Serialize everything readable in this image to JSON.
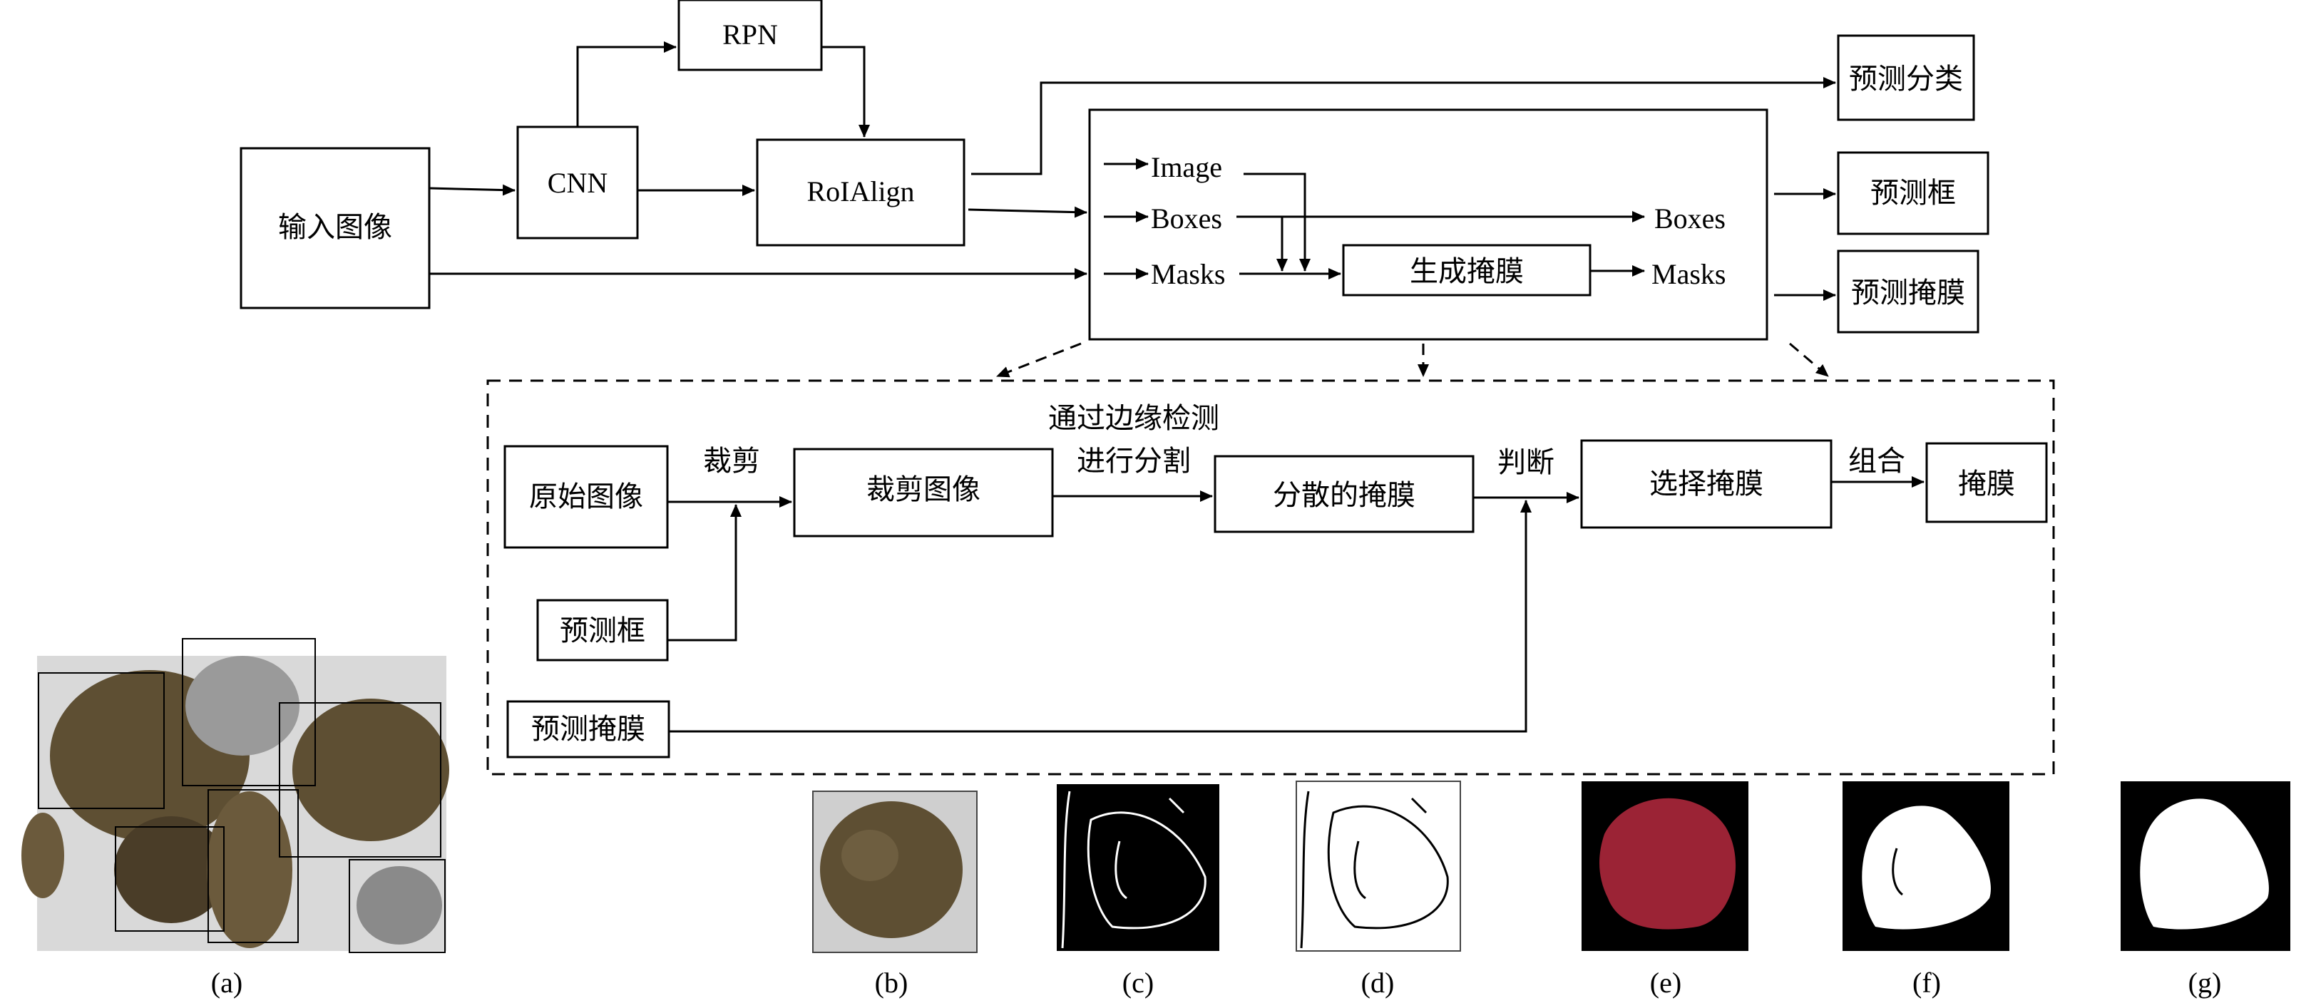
{
  "top_flow": {
    "input_image": "输入图像",
    "cnn": "CNN",
    "rpn": "RPN",
    "roialign": "RoIAlign",
    "module": {
      "image": "Image",
      "boxes_in": "Boxes",
      "masks_in": "Masks",
      "generate_mask": "生成掩膜",
      "boxes_out": "Boxes",
      "masks_out": "Masks"
    },
    "outputs": {
      "pred_class": "预测分类",
      "pred_box": "预测框",
      "pred_mask": "预测掩膜"
    }
  },
  "detail_flow": {
    "original_image": "原始图像",
    "crop_label": "裁剪",
    "cropped_image": "裁剪图像",
    "edge_label_line1": "通过边缘检测",
    "edge_label_line2": "进行分割",
    "scattered_masks": "分散的掩膜",
    "judge_label": "判断",
    "select_mask": "选择掩膜",
    "combine_label": "组合",
    "mask": "掩膜",
    "pred_box": "预测框",
    "pred_mask": "预测掩膜"
  },
  "images": {
    "captions": [
      "(a)",
      "(b)",
      "(c)",
      "(d)",
      "(e)",
      "(f)",
      "(g)"
    ],
    "colors": {
      "background_gray": "#d9d9d9",
      "grain_brown": "#5e4f33",
      "grain_gray": "#9a9a9a",
      "mask_red": "#9b2335",
      "black": "#000000",
      "white": "#ffffff"
    }
  }
}
